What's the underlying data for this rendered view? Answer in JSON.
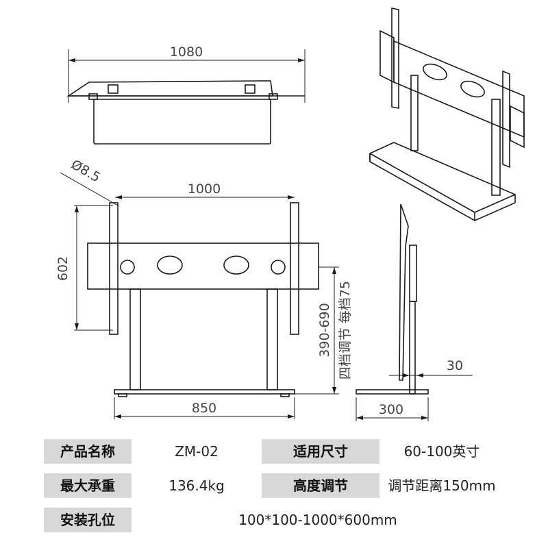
{
  "dimensions": {
    "top_width": "1080",
    "hole_diameter": "Ø8.5",
    "bracket_width": "1000",
    "bracket_height": "602",
    "base_width": "850",
    "height_adjust": "390-690",
    "adjust_note": "四档调节 每档75",
    "side_gap": "30",
    "side_depth": "300"
  },
  "specs": {
    "row1": {
      "label1": "产品名称",
      "value1": "ZM-02",
      "label2": "适用尺寸",
      "value2": "60-100英寸"
    },
    "row2": {
      "label1": "最大承重",
      "value1": "136.4kg",
      "label2": "高度调节",
      "value2": "调节距离150mm"
    },
    "row3": {
      "label1": "安装孔位",
      "value1": "100*100-1000*600mm"
    }
  }
}
